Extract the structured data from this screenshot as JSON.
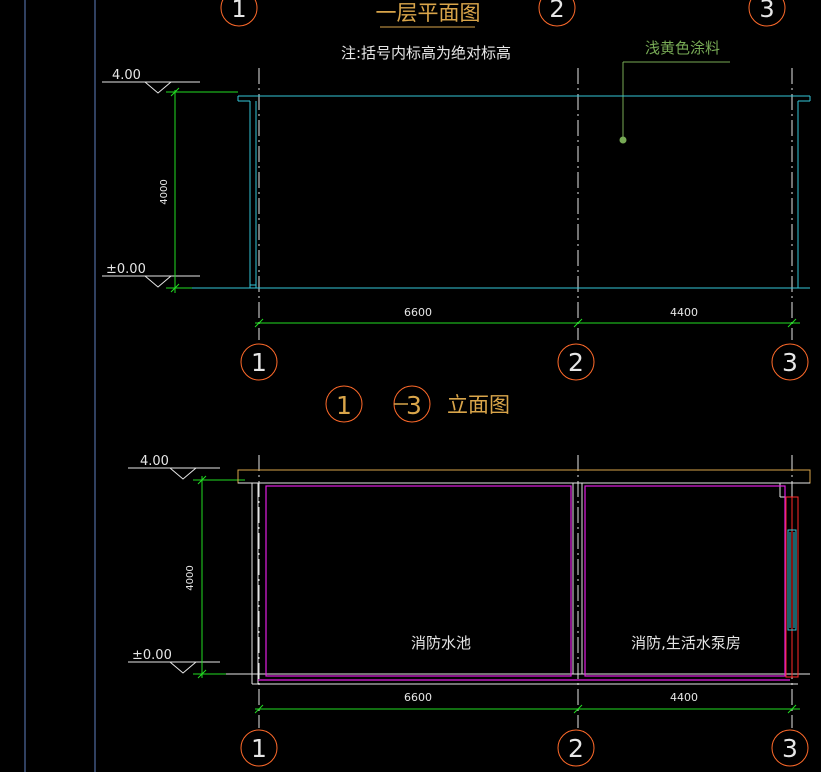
{
  "colors": {
    "background": "#000000",
    "cyan": "#33c6d8",
    "green": "#22dd22",
    "white": "#e6e6e6",
    "gold": "#d9a54a",
    "magenta": "#e21fe2",
    "red": "#ff2a2a",
    "leader": "#77aa55",
    "border": "#5f7fbf",
    "axis_circle": "#ff6a2a"
  },
  "plan": {
    "title": "一层平面图",
    "note": "注:括号内标高为绝对标高",
    "annotation": "浅黄色涂料",
    "elev_top": "4.00",
    "elev_bottom": "±0.00",
    "height_dim": "4000",
    "dims": [
      "6600",
      "4400"
    ],
    "axes": [
      "1",
      "2",
      "3"
    ]
  },
  "elevation": {
    "title": "立面图",
    "title_axis_from": "1",
    "title_axis_to": "3",
    "elev_top": "4.00",
    "elev_bottom": "±0.00",
    "height_dim": "4000",
    "dims": [
      "6600",
      "4400"
    ],
    "axes": [
      "1",
      "2",
      "3"
    ],
    "room_left": "消防水池",
    "room_right": "消防,生活水泵房"
  }
}
